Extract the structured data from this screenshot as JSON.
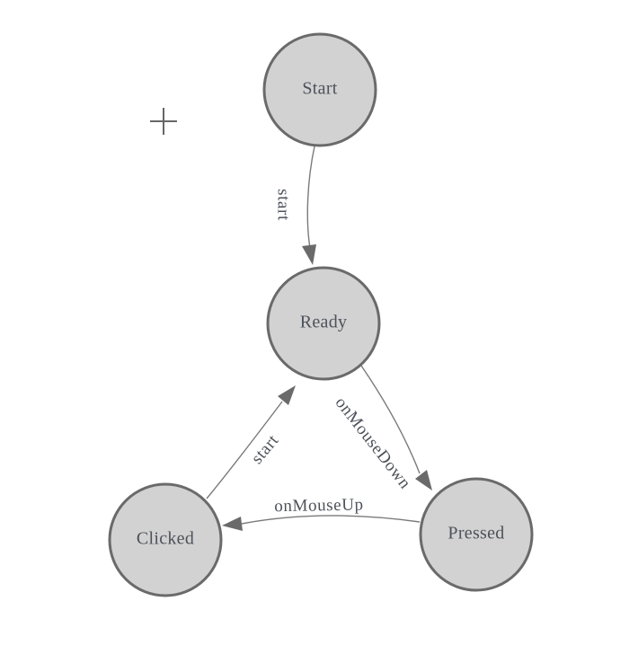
{
  "diagram": {
    "type": "finite-state-machine",
    "colors": {
      "background": "#ffffff",
      "node_fill": "#d2d2d2",
      "node_stroke": "#6a6a6a",
      "edge_stroke": "#7a7a7a",
      "arrow_fill": "#6a6a6a",
      "text": "#4d525a",
      "crosshair": "#666666"
    },
    "nodes": [
      {
        "id": "start",
        "label": "Start"
      },
      {
        "id": "ready",
        "label": "Ready"
      },
      {
        "id": "clicked",
        "label": "Clicked"
      },
      {
        "id": "pressed",
        "label": "Pressed"
      }
    ],
    "edges": [
      {
        "from": "Start",
        "to": "Ready",
        "label": "start"
      },
      {
        "from": "Ready",
        "to": "Pressed",
        "label": "onMouseDown"
      },
      {
        "from": "Pressed",
        "to": "Clicked",
        "label": "onMouseUp"
      },
      {
        "from": "Clicked",
        "to": "Ready",
        "label": "start"
      }
    ],
    "cursor": "crosshair-plus"
  }
}
